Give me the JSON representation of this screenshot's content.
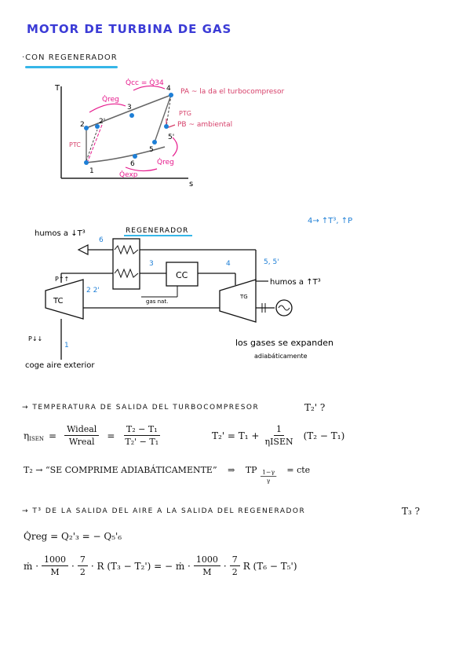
{
  "title": "MOTOR DE TURBINA DE GAS",
  "subtitle": "·CON REGENERADOR",
  "ts_diagram": {
    "axis_y": "T",
    "axis_x": "s",
    "points": [
      "1",
      "2",
      "2'",
      "3",
      "4",
      "5",
      "5'",
      "6"
    ],
    "q_cc": "Q̇cc = Q̇34",
    "q_reg_left": "Q̇reg",
    "q_reg_right": "Q̇reg",
    "q_exp": "Q̇exp",
    "p_tc": "PTC",
    "p_tg": "PTG",
    "note_pa": "PA ~ la da el turbocompresor",
    "note_pb": "PB ~ ambiental",
    "colors": {
      "cycle": "#555555",
      "points": "#1e7fd6",
      "pink": "#e6198c",
      "red": "#d6406a"
    }
  },
  "schematic": {
    "note_top_right": "4→ ↑T³, ↑P",
    "humos_top": "humos a ↓T³",
    "regenerador": "REGENERADOR",
    "label_6": "6",
    "label_3": "3",
    "label_4": "4",
    "label_55": "5, 5'",
    "label_22": "2 2'",
    "label_1": "1",
    "p_up": "P↑↑",
    "p_down": "P↓↓",
    "cc": "CC",
    "tc": "TC",
    "tg": "TG",
    "gas_nat": "gas nat.",
    "humos_right": "humos a ↑T³",
    "coge_aire": "coge aire exterior",
    "gases_expanden": "los gases se expanden",
    "adiabaticamente": "adiabáticamente"
  },
  "section1": {
    "heading": "→ TEMPERATURA DE SALIDA DEL TURBOCOMPRESOR",
    "question": "T₂' ?",
    "eta": "η",
    "eta_sub": "ISEN",
    "eq_sign": "=",
    "w_ideal": "Wideal",
    "w_real": "Wreal",
    "t_num": "T₂ − T₁",
    "t_den": "T₂' − T₁",
    "t2p_lhs": "T₂' = T₁ +",
    "one": "1",
    "eta_isen": "ηISEN",
    "t2p_rhs": "(T₂ − T₁)",
    "t2_line": "T₂ → “SE COMPRIME ADIABÁTICAMENTE”",
    "implies": "⇒",
    "tp": "TP",
    "exp_num": "1−γ",
    "exp_den": "γ",
    "cte": "= cte"
  },
  "section2": {
    "heading": "→ T³ DE LA SALIDA DEL AIRE A LA SALIDA DEL REGENERADOR",
    "question": "T₃ ?",
    "qreg_line": "Q̇reg = Q₂'₃ = − Q₅'₆",
    "m_dot": "ṁ ·",
    "num1000": "1000",
    "den_M": "M",
    "num7": "7",
    "den2": "2",
    "r_part": "· R (T₃ − T₂') = − ṁ ·",
    "r_part2": "R (T₆ − T₅')"
  }
}
